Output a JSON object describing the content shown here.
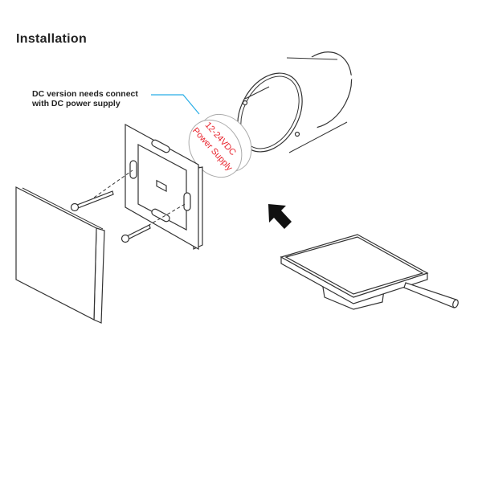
{
  "title": "Installation",
  "callout": {
    "line1": "DC version needs connect",
    "line2": "with DC power supply"
  },
  "power_supply": {
    "line1": "12-24VDC",
    "line2": "Power Supply"
  },
  "colors": {
    "text": "#222222",
    "leader": "#29aee6",
    "label_red": "#e8202a",
    "arrow": "#111111"
  }
}
